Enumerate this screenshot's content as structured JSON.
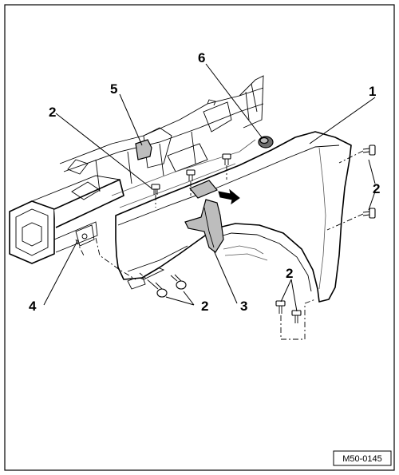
{
  "figure": {
    "reference_id": "M50-0145"
  },
  "callouts": [
    {
      "id": "c1",
      "label": "1"
    },
    {
      "id": "c2a",
      "label": "2"
    },
    {
      "id": "c2b",
      "label": "2"
    },
    {
      "id": "c2c",
      "label": "2"
    },
    {
      "id": "c2d",
      "label": "2"
    },
    {
      "id": "c3",
      "label": "3"
    },
    {
      "id": "c4",
      "label": "4"
    },
    {
      "id": "c5",
      "label": "5"
    },
    {
      "id": "c6",
      "label": "6"
    }
  ],
  "colors": {
    "line": "#000000",
    "shade_light": "#bdbdbd",
    "shade_dark": "#6e6e6e",
    "background": "#ffffff"
  }
}
